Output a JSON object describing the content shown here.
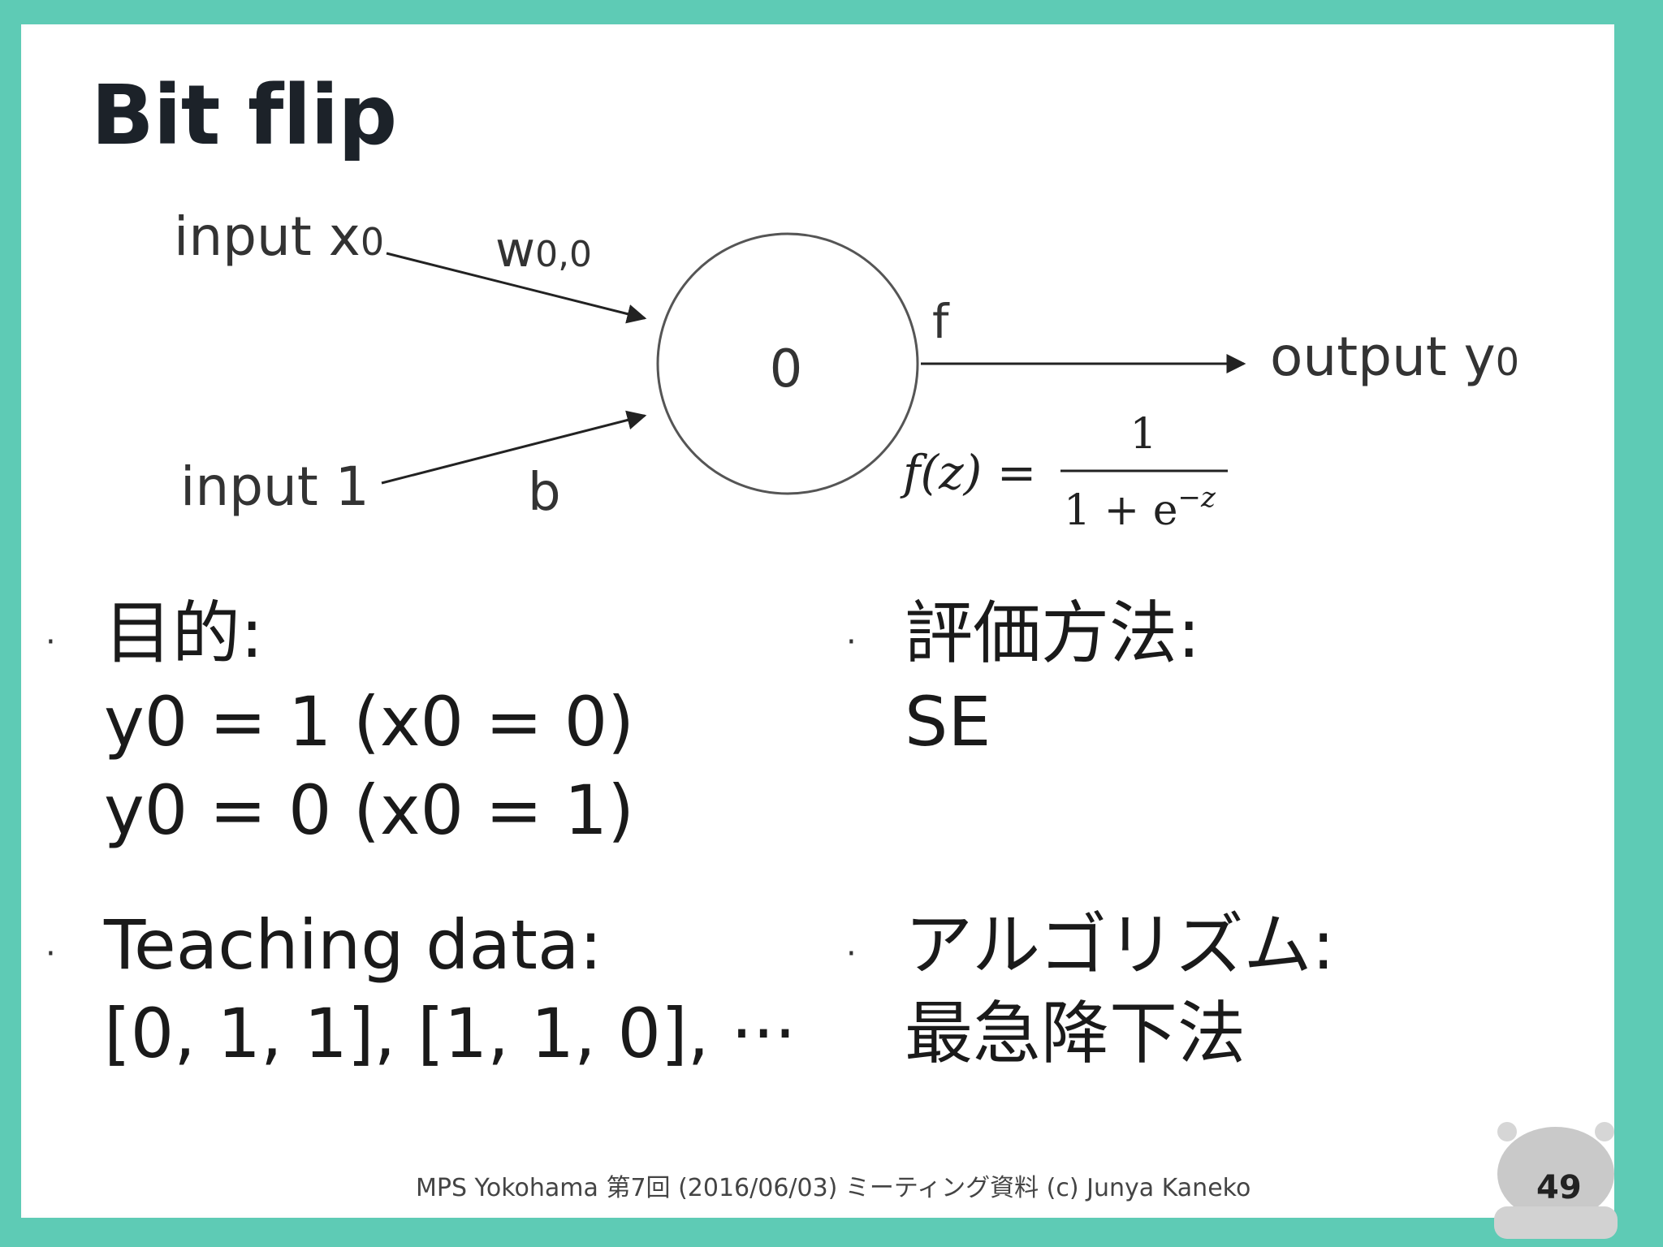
{
  "slide": {
    "title": "Bit flip",
    "diagram": {
      "input0_label": "input x",
      "input0_sub": "0",
      "input1_label": "input  1",
      "weight_label": "w",
      "weight_sub": "0,0",
      "bias_label": "b",
      "node_value": "0",
      "activation_label": "f",
      "output_label": "output  y",
      "output_sub": "0",
      "formula_lhs": "f(z) =",
      "formula_num": "1",
      "formula_den": "1 + e",
      "formula_exp": "−z"
    },
    "bullets": {
      "objective": {
        "heading": "目的:",
        "lines": [
          "y0 = 1  (x0 = 0)",
          "y0 = 0  (x0 = 1)"
        ]
      },
      "evaluation": {
        "heading": "評価方法:",
        "lines": [
          "SE"
        ]
      },
      "teaching": {
        "heading": "Teaching data:",
        "lines": [
          "[0, 1, 1], [1, 1, 0], ···"
        ]
      },
      "algorithm": {
        "heading": "アルゴリズム:",
        "lines": [
          "最急降下法"
        ]
      }
    },
    "footer": "MPS Yokohama  第7回 (2016/06/03) ミーティング資料 (c) Junya Kaneko",
    "page_number": "49"
  }
}
